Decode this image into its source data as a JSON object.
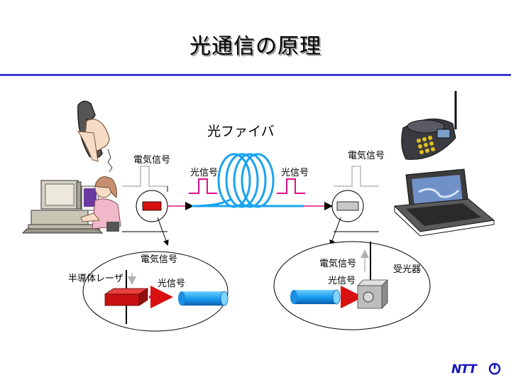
{
  "title": "光通信の原理",
  "labels": {
    "fiber": "光ファイバ",
    "elec_in": "電気信号",
    "optical_left": "光信号",
    "optical_right": "光信号",
    "elec_out": "電気信号",
    "laser_elec": "電気信号",
    "laser_name": "半導体レーザ",
    "laser_optical": "光信号",
    "det_elec": "電気信号",
    "det_name": "受光器",
    "det_optical": "光信号"
  },
  "logo": "NTT",
  "colors": {
    "rule": "#3b3bd0",
    "fiber": "#1aa3ef",
    "pulse": "#e0108c",
    "laser": "#d81010",
    "detector": "#c8c8c8",
    "logo": "#1616b4"
  },
  "icons": [
    "telephone-handset-icon",
    "computer-user-icon",
    "desk-phone-icon",
    "laptop-icon"
  ]
}
